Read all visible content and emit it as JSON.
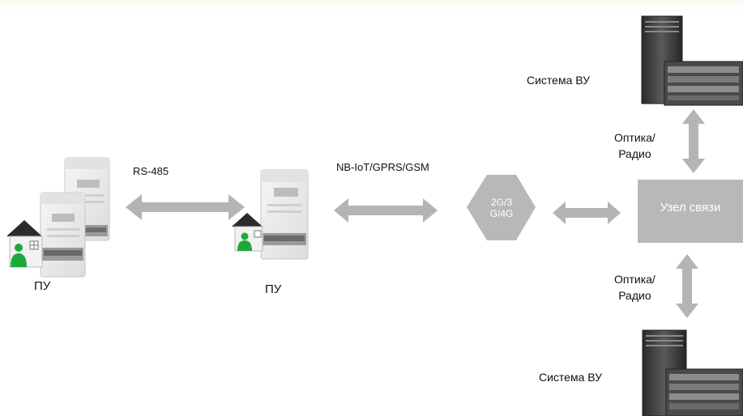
{
  "meters": {
    "left_label": "ПУ",
    "center_label": "ПУ"
  },
  "links": {
    "rs485": "RS-485",
    "wireless": "NB-IoT/GPRS/GSM"
  },
  "network": {
    "hex_line1": "2G/3",
    "hex_line2": "G/4G"
  },
  "hub": {
    "label": "Узел связи"
  },
  "upper": {
    "link_line1": "Оптика/",
    "link_line2": "Радио",
    "system_label": "Система ВУ"
  },
  "lower": {
    "link_line1": "Оптика/",
    "link_line2": "Радио",
    "system_label": "Система ВУ"
  },
  "colors": {
    "arrow": "#b4b4b4",
    "node": "#b8b8b8",
    "meter_body": "#eeeeee",
    "house_roof": "#2b2b2b",
    "person": "#1fa83a",
    "server": "#3a3a3a"
  }
}
